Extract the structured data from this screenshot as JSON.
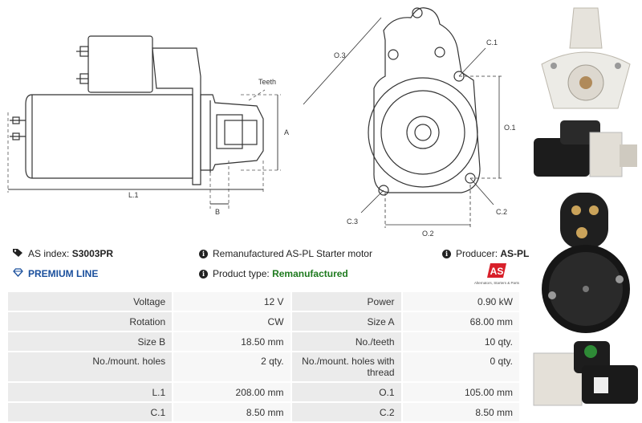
{
  "drawing": {
    "teeth": "Teeth",
    "a": "A",
    "b": "B",
    "l1": "L.1",
    "o3": "O.3",
    "c1": "C.1",
    "o1": "O.1",
    "c2": "C.2",
    "c3": "C.3",
    "o2": "O.2"
  },
  "info": {
    "as_index_label": "AS index:",
    "as_index_value": "S3003PR",
    "description": "Remanufactured AS-PL Starter motor",
    "producer_label": "Producer:",
    "producer_value": "AS-PL",
    "premium": "PREMIUM LINE",
    "product_type_label": "Product type:",
    "product_type_value": "Remanufactured",
    "logo_text": "AS",
    "logo_tagline": "Alternators, Starters & Parts"
  },
  "specs": [
    {
      "l1": "Voltage",
      "v1": "12 V",
      "l2": "Power",
      "v2": "0.90 kW"
    },
    {
      "l1": "Rotation",
      "v1": "CW",
      "l2": "Size A",
      "v2": "68.00 mm"
    },
    {
      "l1": "Size B",
      "v1": "18.50 mm",
      "l2": "No./teeth",
      "v2": "10 qty."
    },
    {
      "l1": "No./mount. holes",
      "v1": "2 qty.",
      "l2": "No./mount. holes with thread",
      "v2": "0 qty."
    },
    {
      "l1": "L.1",
      "v1": "208.00 mm",
      "l2": "O.1",
      "v2": "105.00 mm"
    },
    {
      "l1": "C.1",
      "v1": "8.50 mm",
      "l2": "C.2",
      "v2": "8.50 mm"
    }
  ],
  "colors": {
    "accent_green": "#1e7a1e",
    "premium_blue": "#1a4f9c",
    "logo_red": "#d8202a"
  }
}
